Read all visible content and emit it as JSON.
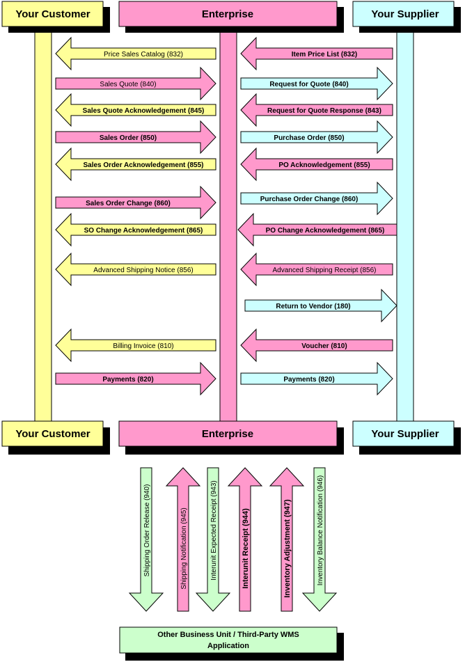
{
  "colors": {
    "customer": "#ffff99",
    "enterprise": "#ff99cc",
    "supplier": "#ccffff",
    "wms": "#ccffcc",
    "shadow": "#000000"
  },
  "parties": {
    "customer": "Your Customer",
    "enterprise": "Enterprise",
    "supplier": "Your Supplier"
  },
  "customer_messages": [
    {
      "label": "Price Sales Catalog (832)",
      "direction": "to-customer",
      "bold": false
    },
    {
      "label": "Sales Quote (840)",
      "direction": "to-enterprise",
      "bold": false
    },
    {
      "label": "Sales Quote Acknowledgement (845)",
      "direction": "to-customer",
      "bold": true
    },
    {
      "label": "Sales Order (850)",
      "direction": "to-enterprise",
      "bold": true
    },
    {
      "label": "Sales Order Acknowledgement (855)",
      "direction": "to-customer",
      "bold": true
    },
    {
      "label": "Sales Order Change (860)",
      "direction": "to-enterprise",
      "bold": true
    },
    {
      "label": "SO Change Acknowledgement (865)",
      "direction": "to-customer",
      "bold": true
    },
    {
      "label": "Advanced Shipping Notice (856)",
      "direction": "to-customer",
      "bold": false
    },
    {
      "label": "Billing Invoice (810)",
      "direction": "to-customer",
      "bold": false
    },
    {
      "label": "Payments (820)",
      "direction": "to-enterprise",
      "bold": true
    }
  ],
  "supplier_messages": [
    {
      "label": "Item Price List (832)",
      "direction": "to-enterprise",
      "bold": true
    },
    {
      "label": "Request for Quote (840)",
      "direction": "to-supplier",
      "bold": true
    },
    {
      "label": "Request for Quote Response (843)",
      "direction": "to-enterprise",
      "bold": true
    },
    {
      "label": "Purchase Order (850)",
      "direction": "to-supplier",
      "bold": true
    },
    {
      "label": "PO Acknowledgement (855)",
      "direction": "to-enterprise",
      "bold": true
    },
    {
      "label": "Purchase Order Change (860)",
      "direction": "to-supplier",
      "bold": true
    },
    {
      "label": "PO Change Acknowledgement (865)",
      "direction": "to-enterprise",
      "bold": true
    },
    {
      "label": "Advanced Shipping Receipt (856)",
      "direction": "to-enterprise",
      "bold": false
    },
    {
      "label": "Return to Vendor (180)",
      "direction": "to-supplier",
      "bold": true
    },
    {
      "label": "Voucher (810)",
      "direction": "to-enterprise",
      "bold": true
    },
    {
      "label": "Payments (820)",
      "direction": "to-supplier",
      "bold": true
    }
  ],
  "wms_messages": [
    {
      "label": "Shipping Order Release (940)",
      "direction": "down",
      "bold": false
    },
    {
      "label": "Shipping Notification (945)",
      "direction": "up",
      "bold": false
    },
    {
      "label": "Interunit Expected Receipt (943)",
      "direction": "down",
      "bold": false
    },
    {
      "label": "Interunit Receipt (944)",
      "direction": "up",
      "bold": true
    },
    {
      "label": "Inventory Adjustment (947)",
      "direction": "up",
      "bold": true
    },
    {
      "label": "Inventory Balance Notification (946)",
      "direction": "down",
      "bold": false
    }
  ],
  "wms": {
    "line1": "Other Business Unit / Third-Party WMS",
    "line2": "Application"
  }
}
